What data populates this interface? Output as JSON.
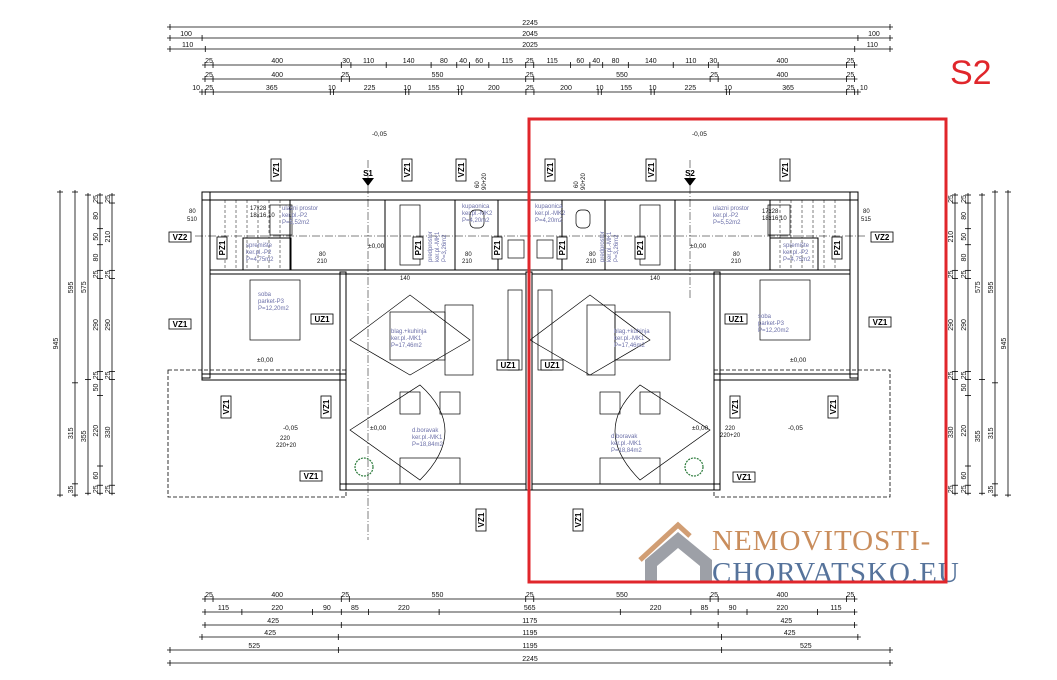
{
  "highlight": {
    "label": "S2",
    "color": "#e0262b"
  },
  "watermark": {
    "line1": "NEMOVITOSTI-",
    "line2": "CHORVATSKO.EU",
    "color1": "#c98d5c",
    "color2": "#56739b"
  },
  "dimensions": {
    "top": [
      [
        2245
      ],
      [
        100,
        2045,
        100
      ],
      [
        110,
        2025,
        110
      ],
      [
        25,
        400,
        30,
        110,
        140,
        80,
        40,
        60,
        115,
        25,
        115,
        60,
        40,
        80,
        140,
        110,
        30,
        400,
        25
      ],
      [
        25,
        400,
        25,
        550,
        25,
        550,
        25,
        400,
        25
      ],
      [
        10,
        25,
        365,
        10,
        225,
        10,
        155,
        10,
        200,
        25,
        200,
        10,
        155,
        10,
        225,
        10,
        365,
        25,
        10
      ]
    ],
    "bottom": [
      [
        25,
        400,
        25,
        550,
        25,
        550,
        25,
        400,
        25
      ],
      [
        115,
        220,
        90,
        85,
        220,
        565,
        220,
        85,
        90,
        220,
        115
      ],
      [
        425,
        1175,
        425
      ],
      [
        425,
        1195,
        425
      ],
      [
        525,
        1195,
        525
      ],
      [
        2245
      ]
    ],
    "left": [
      [
        945
      ],
      [
        595,
        315,
        35
      ],
      [
        575,
        355
      ],
      [
        25,
        80,
        50,
        80,
        25,
        290,
        25,
        50,
        220,
        60,
        25
      ],
      [
        25,
        210,
        25,
        290,
        25,
        330,
        25
      ]
    ],
    "right": [
      [
        25,
        210,
        25,
        290,
        25,
        330,
        25
      ],
      [
        25,
        80,
        50,
        80,
        25,
        290,
        25,
        50,
        220,
        60,
        25
      ],
      [
        575,
        355
      ],
      [
        595,
        315,
        35
      ],
      [
        945
      ]
    ]
  },
  "rooms": {
    "left": [
      {
        "name": "ulazni prostor",
        "floor": "ker.pl.-P2",
        "area": "P=5,52m2"
      },
      {
        "name": "spremište",
        "floor": "ker.pl.-P2",
        "area": "P=4,75m2"
      },
      {
        "name": "predprostor",
        "floor": "ker.pl.-MK1",
        "area": "P=3,26m2"
      },
      {
        "name": "kupaonica",
        "floor": "ker.pl.-MK2",
        "area": "P=4,20m2"
      },
      {
        "name": "soba",
        "floor": "parket-P3",
        "area": "P=12,20m2"
      },
      {
        "name": "blag.+kuhinja",
        "floor": "ker.pl.-MK1",
        "area": "P=17,46m2"
      },
      {
        "name": "d.boravak",
        "floor": "ker.pl.-MK1",
        "area": "P=18,84m2"
      }
    ],
    "right": [
      {
        "name": "ulazni prostor",
        "floor": "ker.pl.-P2",
        "area": "P=5,52m2"
      },
      {
        "name": "spremište",
        "floor": "ker.pl.-P2",
        "area": "P=4,75m2"
      },
      {
        "name": "predprostor",
        "floor": "ker.pl.-MK1",
        "area": "P=3,26m2"
      },
      {
        "name": "kupaonica",
        "floor": "ker.pl.-MK2",
        "area": "P=4,20m2"
      },
      {
        "name": "soba",
        "floor": "parket-P3",
        "area": "P=12,20m2"
      },
      {
        "name": "blag.+kuhinja",
        "floor": "ker.pl.-MK1",
        "area": "P=17,46m2"
      },
      {
        "name": "d.boravak",
        "floor": "ker.pl.-MK1",
        "area": "P=18,84m2"
      }
    ]
  },
  "tags": {
    "vz1": "VZ1",
    "vz2": "VZ2",
    "pz1": "PZ1",
    "uz1": "UZ1",
    "s1": "S1",
    "s2": "S2"
  },
  "levels": {
    "zero": "±0,00",
    "minus": "-0,05"
  },
  "stairs": {
    "l1": "17x28",
    "l2": "18x16,10"
  },
  "openings": {
    "d80": "80",
    "d90": "90",
    "d60": "60",
    "h210": "210",
    "h510": "510",
    "h515": "515",
    "w220": "220",
    "w220h": "220+20",
    "w90h": "90+20",
    "w110": "110",
    "w140": "140",
    "w400": "400",
    "w25": "25"
  }
}
